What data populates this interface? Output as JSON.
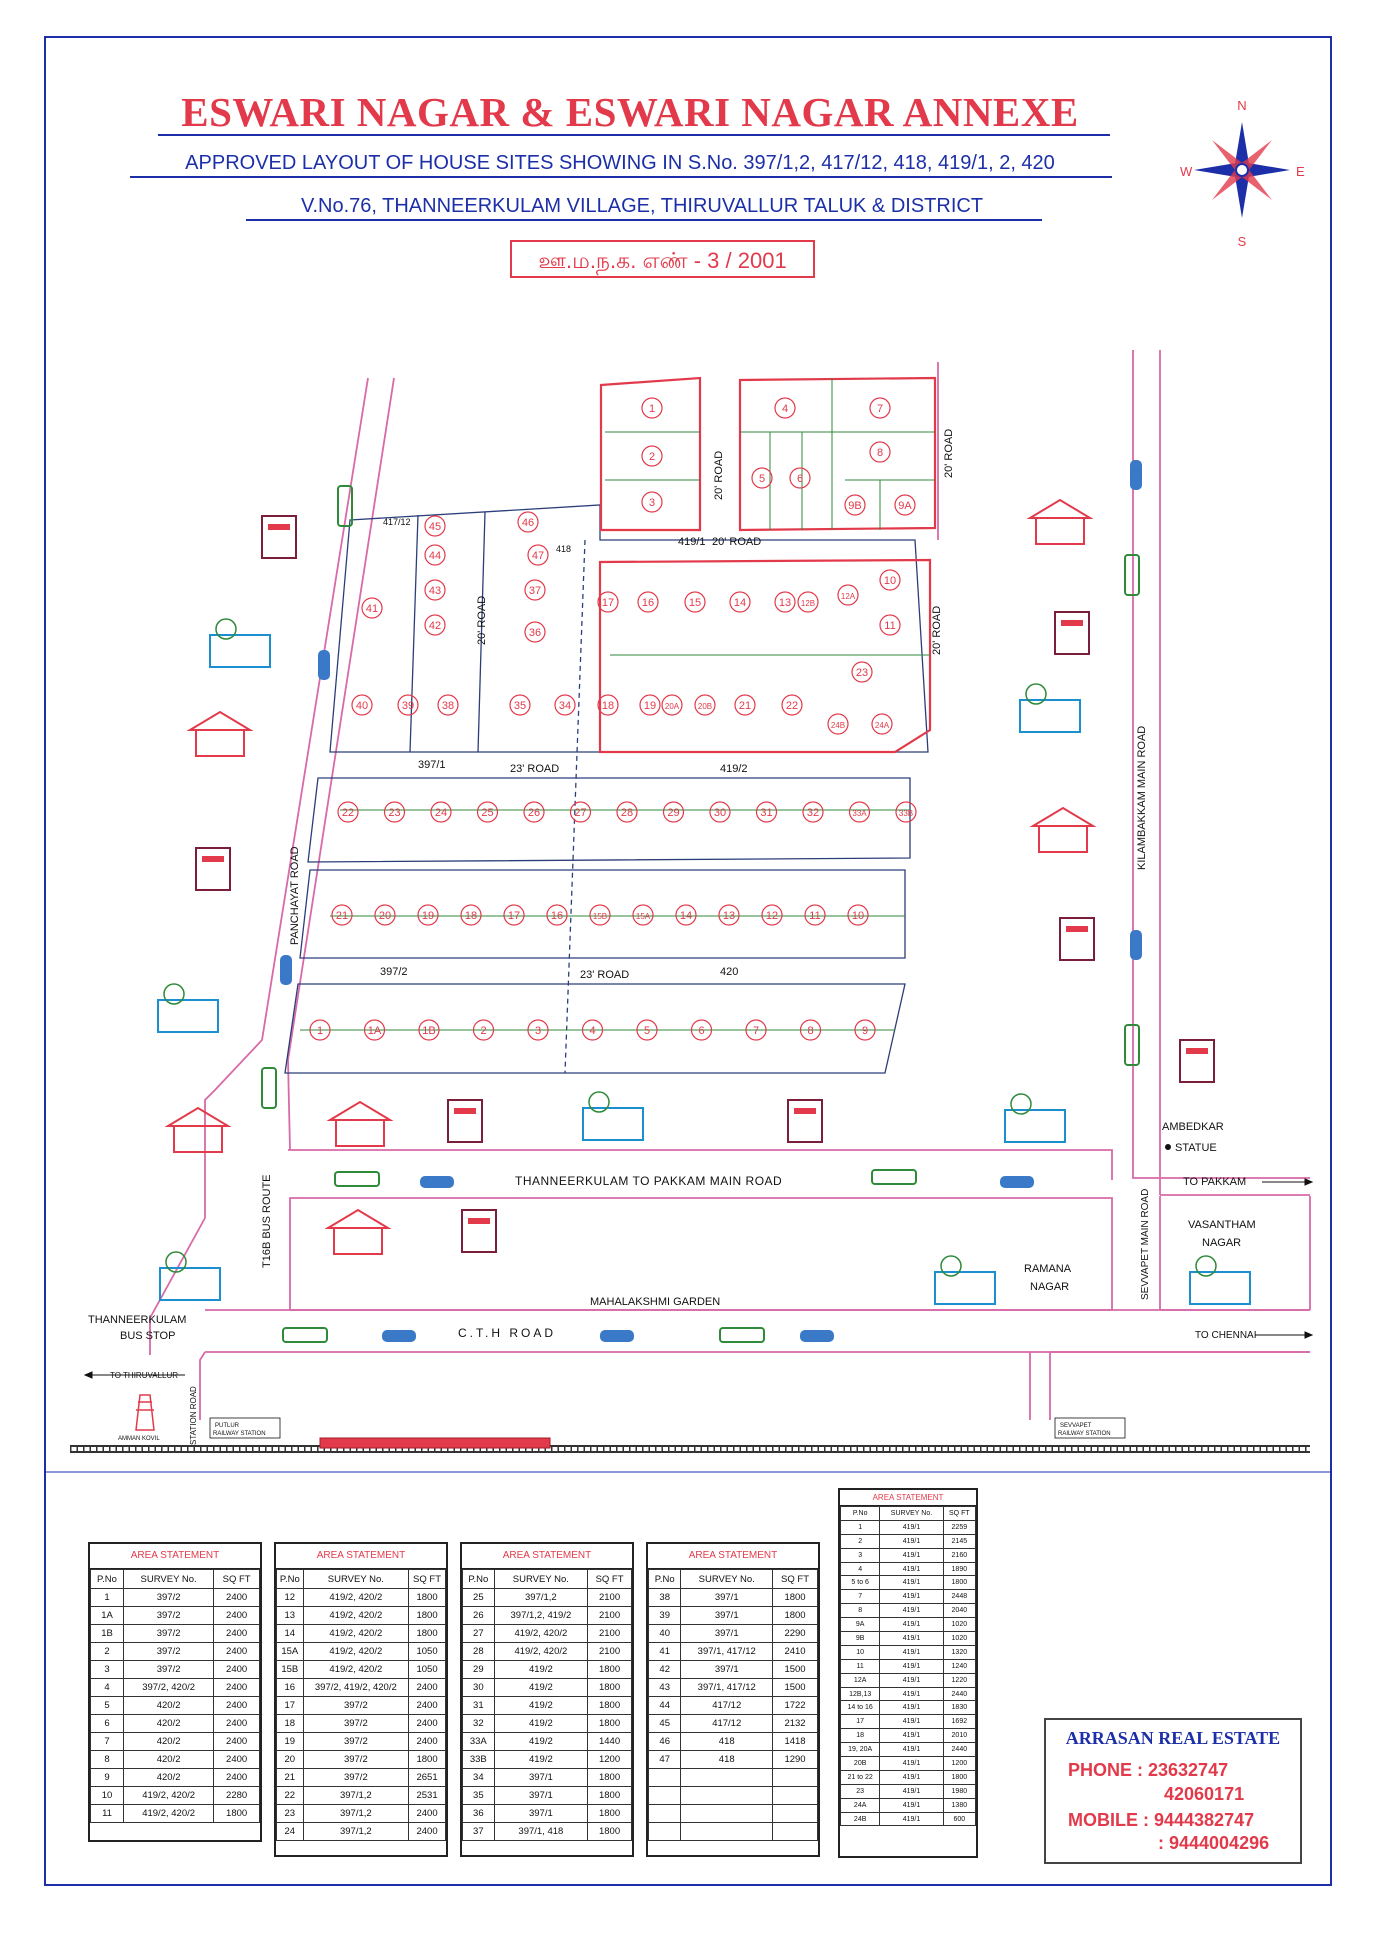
{
  "header": {
    "title": "ESWARI NAGAR & ESWARI NAGAR ANNEXE",
    "subtitle": "APPROVED LAYOUT OF HOUSE SITES SHOWING IN S.No. 397/1,2, 417/12, 418, 419/1, 2, 420",
    "location": "V.No.76, THANNEERKULAM VILLAGE,  THIRUVALLUR  TALUK & DISTRICT",
    "approval": "ஊ.ம.ந.க. எண் - 3 / 2001"
  },
  "compass": {
    "n": "N",
    "s": "S",
    "e": "E",
    "w": "W"
  },
  "colors": {
    "title": "#e23a4a",
    "text": "#1c2fa8",
    "road_outline": "#d86aa8",
    "plot_lines": "#2f8a3a",
    "highlight": "#e23a4a"
  },
  "roads": {
    "main_road": "THANNEERKULAM  TO  PAKKAM  MAIN ROAD",
    "cth_road": "C.T.H ROAD",
    "panchayat_road": "PANCHAYAT ROAD",
    "kilambakkam_road": "KILAMBAKKAM MAIN ROAD",
    "t16b": "T16B BUS ROUTE",
    "sevvapet_road": "SEVVAPET MAIN ROAD",
    "station_road": "STATION ROAD",
    "road_20_a": "20' ROAD",
    "road_20_b": "20' ROAD",
    "road_20_c": "20' ROAD",
    "road_20_d": "20' ROAD",
    "road_20_e": "20' ROAD",
    "road_23_a": "23' ROAD",
    "road_23_b": "23' ROAD",
    "to_pakkam": "TO PAKKAM",
    "to_chennai": "TO CHENNAI",
    "to_thiruvallur": "TO THIRUVALLUR"
  },
  "landmarks": {
    "ambedkar": "AMBEDKAR",
    "statue": "STATUE",
    "vasantham": "VASANTHAM",
    "vasantham2": "NAGAR",
    "ramana": "RAMANA",
    "ramana2": "NAGAR",
    "mahalakshmi": "MAHALAKSHMI GARDEN",
    "bus_stop": "THANNEERKULAM",
    "bus_stop2": "BUS STOP",
    "amman": "AMMAN KOVIL",
    "putlur": "PUTLUR",
    "putlur2": "RAILWAY STATION",
    "sevvapet": "SEVVAPET",
    "sevvapet2": "RAILWAY STATION"
  },
  "survey_labels": {
    "s397_1": "397/1",
    "s397_2": "397/2",
    "s419_1": "419/1",
    "s419_2": "419/2",
    "s420": "420",
    "s417": "417/12",
    "s418": "418"
  },
  "tables": [
    {
      "caption": "AREA STATEMENT",
      "headers": [
        "P.No",
        "SURVEY No.",
        "SQ FT"
      ],
      "rows": [
        [
          "1",
          "397/2",
          "2400"
        ],
        [
          "1A",
          "397/2",
          "2400"
        ],
        [
          "1B",
          "397/2",
          "2400"
        ],
        [
          "2",
          "397/2",
          "2400"
        ],
        [
          "3",
          "397/2",
          "2400"
        ],
        [
          "4",
          "397/2, 420/2",
          "2400"
        ],
        [
          "5",
          "420/2",
          "2400"
        ],
        [
          "6",
          "420/2",
          "2400"
        ],
        [
          "7",
          "420/2",
          "2400"
        ],
        [
          "8",
          "420/2",
          "2400"
        ],
        [
          "9",
          "420/2",
          "2400"
        ],
        [
          "10",
          "419/2, 420/2",
          "2280"
        ],
        [
          "11",
          "419/2, 420/2",
          "1800"
        ]
      ]
    },
    {
      "caption": "AREA STATEMENT",
      "headers": [
        "P.No",
        "SURVEY No.",
        "SQ FT"
      ],
      "rows": [
        [
          "12",
          "419/2, 420/2",
          "1800"
        ],
        [
          "13",
          "419/2, 420/2",
          "1800"
        ],
        [
          "14",
          "419/2, 420/2",
          "1800"
        ],
        [
          "15A",
          "419/2, 420/2",
          "1050"
        ],
        [
          "15B",
          "419/2, 420/2",
          "1050"
        ],
        [
          "16",
          "397/2, 419/2, 420/2",
          "2400"
        ],
        [
          "17",
          "397/2",
          "2400"
        ],
        [
          "18",
          "397/2",
          "2400"
        ],
        [
          "19",
          "397/2",
          "2400"
        ],
        [
          "20",
          "397/2",
          "1800"
        ],
        [
          "21",
          "397/2",
          "2651"
        ],
        [
          "22",
          "397/1,2",
          "2531"
        ],
        [
          "23",
          "397/1,2",
          "2400"
        ],
        [
          "24",
          "397/1,2",
          "2400"
        ]
      ]
    },
    {
      "caption": "AREA STATEMENT",
      "headers": [
        "P.No",
        "SURVEY No.",
        "SQ FT"
      ],
      "rows": [
        [
          "25",
          "397/1,2",
          "2100"
        ],
        [
          "26",
          "397/1,2, 419/2",
          "2100"
        ],
        [
          "27",
          "419/2, 420/2",
          "2100"
        ],
        [
          "28",
          "419/2, 420/2",
          "2100"
        ],
        [
          "29",
          "419/2",
          "1800"
        ],
        [
          "30",
          "419/2",
          "1800"
        ],
        [
          "31",
          "419/2",
          "1800"
        ],
        [
          "32",
          "419/2",
          "1800"
        ],
        [
          "33A",
          "419/2",
          "1440"
        ],
        [
          "33B",
          "419/2",
          "1200"
        ],
        [
          "34",
          "397/1",
          "1800"
        ],
        [
          "35",
          "397/1",
          "1800"
        ],
        [
          "36",
          "397/1",
          "1800"
        ],
        [
          "37",
          "397/1, 418",
          "1800"
        ]
      ]
    },
    {
      "caption": "AREA STATEMENT",
      "headers": [
        "P.No",
        "SURVEY No.",
        "SQ FT"
      ],
      "rows": [
        [
          "38",
          "397/1",
          "1800"
        ],
        [
          "39",
          "397/1",
          "1800"
        ],
        [
          "40",
          "397/1",
          "2290"
        ],
        [
          "41",
          "397/1, 417/12",
          "2410"
        ],
        [
          "42",
          "397/1",
          "1500"
        ],
        [
          "43",
          "397/1, 417/12",
          "1500"
        ],
        [
          "44",
          "417/12",
          "1722"
        ],
        [
          "45",
          "417/12",
          "2132"
        ],
        [
          "46",
          "418",
          "1418"
        ],
        [
          "47",
          "418",
          "1290"
        ],
        [
          "",
          "",
          ""
        ],
        [
          "",
          "",
          ""
        ],
        [
          "",
          "",
          ""
        ],
        [
          "",
          "",
          ""
        ]
      ]
    },
    {
      "caption": "AREA STATEMENT",
      "headers": [
        "P.No",
        "SURVEY No.",
        "SQ FT"
      ],
      "rows": [
        [
          "1",
          "419/1",
          "2259"
        ],
        [
          "2",
          "419/1",
          "2145"
        ],
        [
          "3",
          "419/1",
          "2160"
        ],
        [
          "4",
          "419/1",
          "1890"
        ],
        [
          "5 to 6",
          "419/1",
          "1800"
        ],
        [
          "7",
          "419/1",
          "2448"
        ],
        [
          "8",
          "419/1",
          "2040"
        ],
        [
          "9A",
          "419/1",
          "1020"
        ],
        [
          "9B",
          "419/1",
          "1020"
        ],
        [
          "10",
          "419/1",
          "1320"
        ],
        [
          "11",
          "419/1",
          "1240"
        ],
        [
          "12A",
          "419/1",
          "1220"
        ],
        [
          "12B,13",
          "419/1",
          "2440"
        ],
        [
          "14 to 16",
          "419/1",
          "1830"
        ],
        [
          "17",
          "419/1",
          "1692"
        ],
        [
          "18",
          "419/1",
          "2010"
        ],
        [
          "19, 20A",
          "419/1",
          "2440"
        ],
        [
          "20B",
          "419/1",
          "1200"
        ],
        [
          "21 to 22",
          "419/1",
          "1800"
        ],
        [
          "23",
          "419/1",
          "1980"
        ],
        [
          "24A",
          "419/1",
          "1380"
        ],
        [
          "24B",
          "419/1",
          "600"
        ]
      ]
    }
  ],
  "agency": {
    "name": "ARRASAN REAL ESTATE",
    "phone_label": "PHONE : 23632747",
    "phone2": "42060171",
    "mobile_label": "MOBILE : 9444382747",
    "mobile2": ": 9444004296"
  },
  "plots": {
    "block_a": [
      "1",
      "2",
      "3"
    ],
    "block_b": [
      "4",
      "5",
      "6",
      "7",
      "8",
      "9B",
      "9A"
    ],
    "block_c": [
      "17",
      "16",
      "15",
      "14",
      "13",
      "12B",
      "12A",
      "10",
      "11"
    ],
    "block_c2": [
      "18",
      "19",
      "20A",
      "20B",
      "21",
      "22",
      "23",
      "24B",
      "24A"
    ],
    "block_d": [
      "45",
      "44",
      "46",
      "47"
    ],
    "block_e": [
      "41",
      "43",
      "42",
      "37",
      "36"
    ],
    "block_e2": [
      "40",
      "39",
      "38",
      "35",
      "34"
    ],
    "row_f": [
      "22",
      "23",
      "24",
      "25",
      "26",
      "27",
      "28",
      "29",
      "30",
      "31",
      "32",
      "33A",
      "33B"
    ],
    "row_g": [
      "21",
      "20",
      "19",
      "18",
      "17",
      "16",
      "15B",
      "15A",
      "14",
      "13",
      "12",
      "11",
      "10"
    ],
    "row_h": [
      "1",
      "1A",
      "1B",
      "2",
      "3",
      "4",
      "5",
      "6",
      "7",
      "8",
      "9"
    ]
  }
}
